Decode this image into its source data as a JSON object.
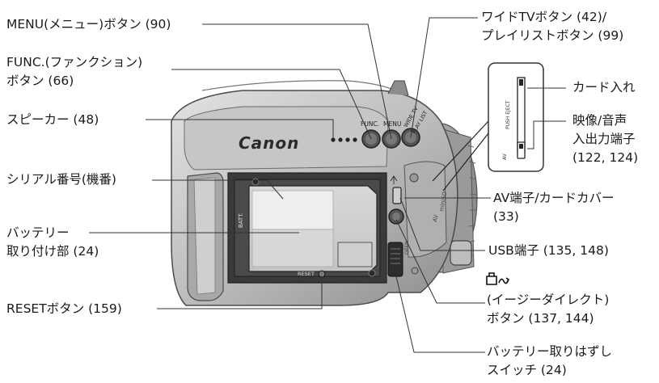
{
  "brand": "Canon",
  "labels": {
    "menu": "MENU(メニュー)ボタン (90)",
    "func_1": "FUNC.(ファンクション)",
    "func_2": "ボタン (66)",
    "speaker": "スピーカー (48)",
    "serial": "シリアル番号(機番)",
    "battery_1": "バッテリー",
    "battery_2": "取り付け部 (24)",
    "reset": "RESETボタン (159)",
    "wide_1": "ワイドTVボタン (42)/",
    "wide_2": "プレイリストボタン (99)",
    "card": "カード入れ",
    "av_1": "映像/音声",
    "av_2": "入出力端子",
    "av_3": "(122, 124)",
    "av_cover_1": "AV端子/カードカバー",
    "av_cover_2": "(33)",
    "usb": "USB端子 (135, 148)",
    "direct_1": "(イージーダイレクト)",
    "direct_2": "ボタン (137, 144)",
    "release_1": "バッテリー取りはずし",
    "release_2": "スイッチ (24)"
  },
  "body_text": {
    "func": "FUNC.",
    "menu": "MENU",
    "wide_a": "WIDE TV",
    "wide_b": "PLAY LIST",
    "batt": "BATT.",
    "reset": "RESET",
    "push_eject": "PUSH EJECT",
    "av": "AV",
    "mini_sd": "miniSD",
    "open": "OPEN"
  }
}
